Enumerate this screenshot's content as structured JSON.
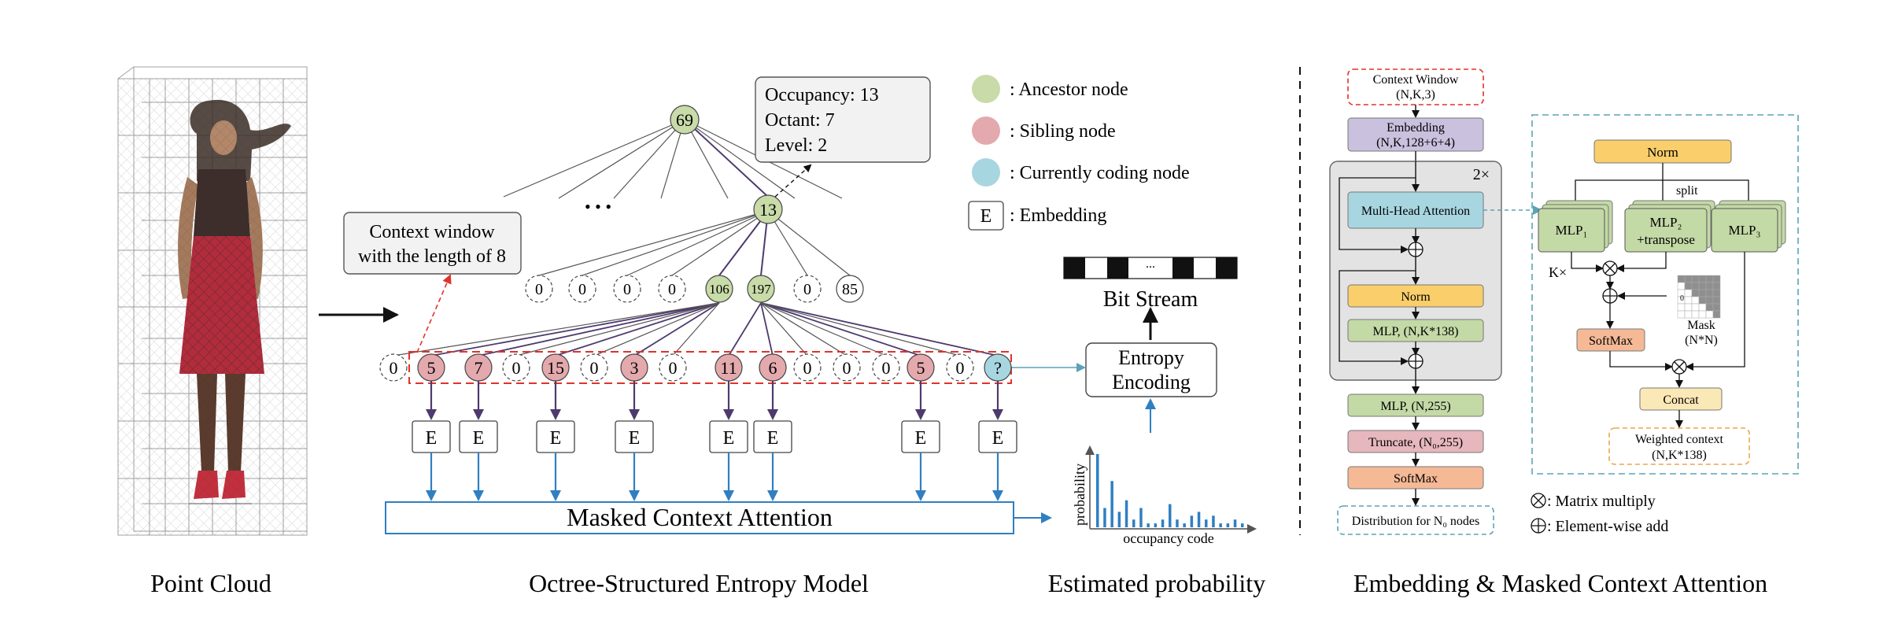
{
  "captions": {
    "point_cloud": "Point Cloud",
    "octree": "Octree-Structured Entropy Model",
    "probability": "Estimated probability",
    "embedding": "Embedding & Masked Context Attention"
  },
  "octree": {
    "root": "69",
    "mid": "13",
    "ellipsis": "• • •",
    "level3_nodes": [
      "0",
      "0",
      "0",
      "0",
      "106",
      "197",
      "0",
      "85"
    ],
    "context_nodes": [
      "0",
      "5",
      "7",
      "0",
      "15",
      "0",
      "3",
      "0",
      "11",
      "6",
      "0",
      "0",
      "0",
      "5",
      "0",
      "?"
    ],
    "embedding_letter": "E",
    "info_box": [
      "Occupancy:  13",
      "Octant: 7",
      "Level:  2"
    ],
    "context_window_label": [
      "Context window",
      "with the length of 8"
    ],
    "masked_context_attention": "Masked Context Attention"
  },
  "legend": {
    "ancestor": ": Ancestor node",
    "sibling": ": Sibling node",
    "coding": ": Currently coding node",
    "embedding_symbol": "E",
    "embedding": ": Embedding"
  },
  "entropy": {
    "bit_stream": "Bit Stream",
    "bit_cells_mid": "...",
    "encoding_line1": "Entropy",
    "encoding_line2": "Encoding"
  },
  "histogram": {
    "ylabel": "probability",
    "xlabel": "occupancy code"
  },
  "chart_data": {
    "type": "bar",
    "values": [
      0.95,
      0.25,
      0.6,
      0.2,
      0.35,
      0.1,
      0.25,
      0.05,
      0.05,
      0.1,
      0.3,
      0.1,
      0.05,
      0.15,
      0.2,
      0.1,
      0.15,
      0.05,
      0.05,
      0.1,
      0.05
    ],
    "xlabel": "occupancy code",
    "ylabel": "probability"
  },
  "attention_detail": {
    "context_window": [
      "Context Window",
      "(N,K,3)"
    ],
    "embedding_block": [
      "Embedding",
      "(N,K,128+6+4)"
    ],
    "repeat": "2×",
    "mha": "Multi-Head Attention",
    "norm": "Norm",
    "mlp_block": "MLP, (N,K*138)",
    "mlp_255": "MLP, (N,255)",
    "truncate": "Truncate, (N₀,255)",
    "softmax": "SoftMax",
    "distribution": "Distribution for N₀ nodes",
    "inner_norm": "Norm",
    "split": "split",
    "mlp1": "MLP₁",
    "mlp2": [
      "MLP₂",
      "+transpose"
    ],
    "mlp3": "MLP₃",
    "k_times": "K×",
    "mask": [
      "Mask",
      "(N*N)"
    ],
    "inner_softmax": "SoftMax",
    "concat": "Concat",
    "weighted": [
      "Weighted context",
      "(N,K*138)"
    ],
    "legend_matrix": ": Matrix multiply",
    "legend_elementwise": ": Element-wise add",
    "mask_zero": "0"
  },
  "colors": {
    "ancestor": "#c8dba8",
    "sibling": "#e3a9ad",
    "coding": "#a8d6e0",
    "purple_block": "#c9c1de",
    "norm_block": "#f9ce6b",
    "mlp_block": "#c3d9a6",
    "pink_block": "#e6b7bc",
    "softmax_block": "#f5b996",
    "concat_block": "#fbe8b7",
    "arrow_blue": "#2f7fc1",
    "tree_purple": "#4e3a6e",
    "teal_dash": "#5aa4b6"
  }
}
